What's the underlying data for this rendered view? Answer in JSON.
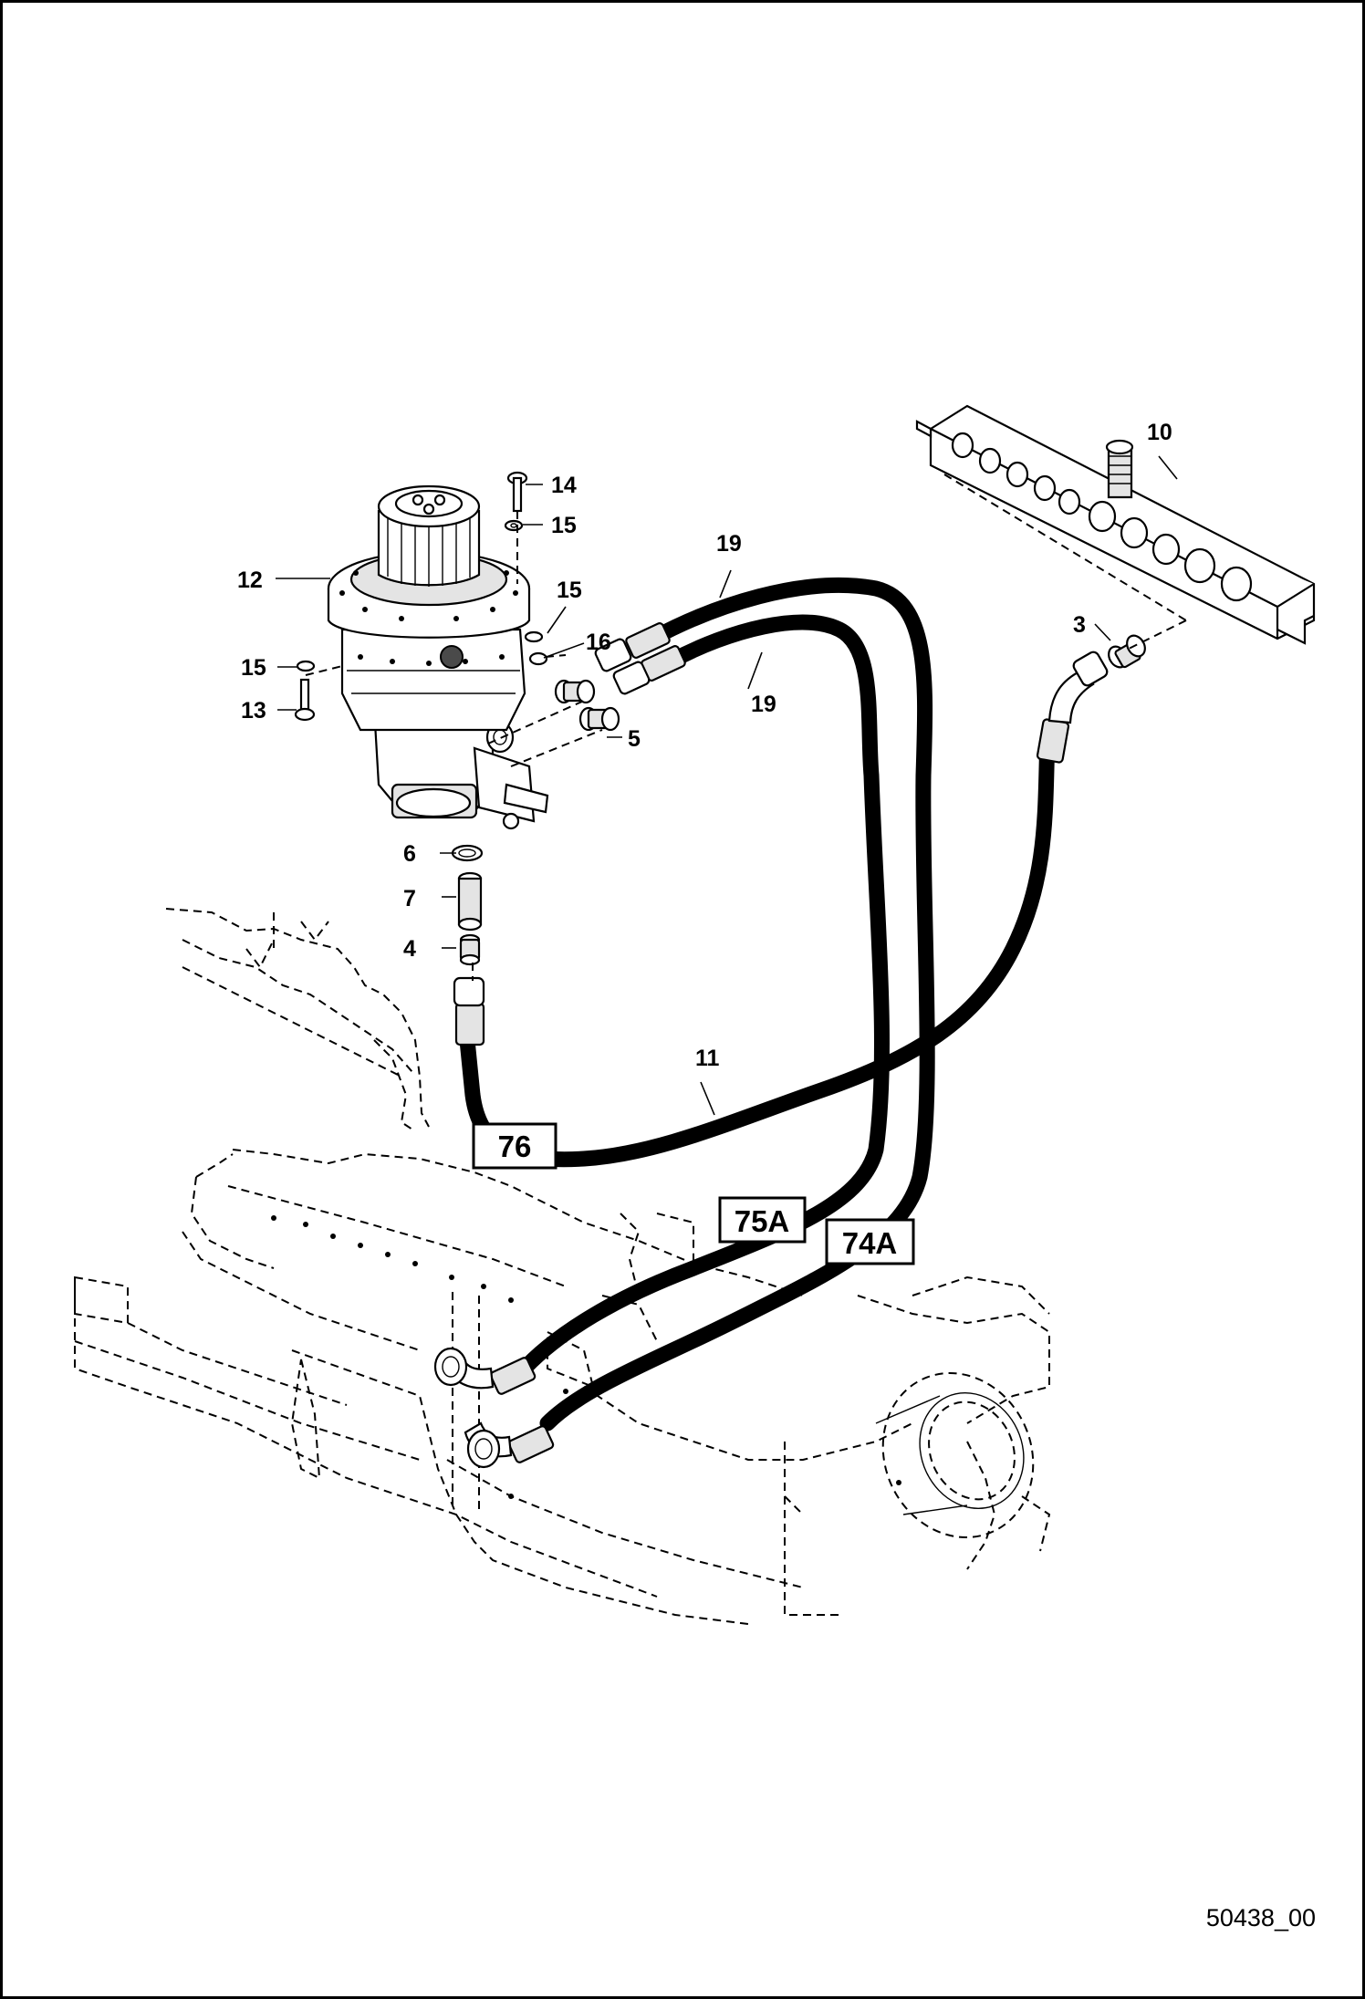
{
  "figure_id": "50438_00",
  "callouts": {
    "c3": "3",
    "c4": "4",
    "c5": "5",
    "c6": "6",
    "c7": "7",
    "c10": "10",
    "c11": "11",
    "c12": "12",
    "c13": "13",
    "c14": "14",
    "c15a": "15",
    "c15b": "15",
    "c15c": "15",
    "c16": "16",
    "c19a": "19",
    "c19b": "19"
  },
  "port_labels": {
    "p76": "76",
    "p75a": "75A",
    "p74a": "74A"
  }
}
